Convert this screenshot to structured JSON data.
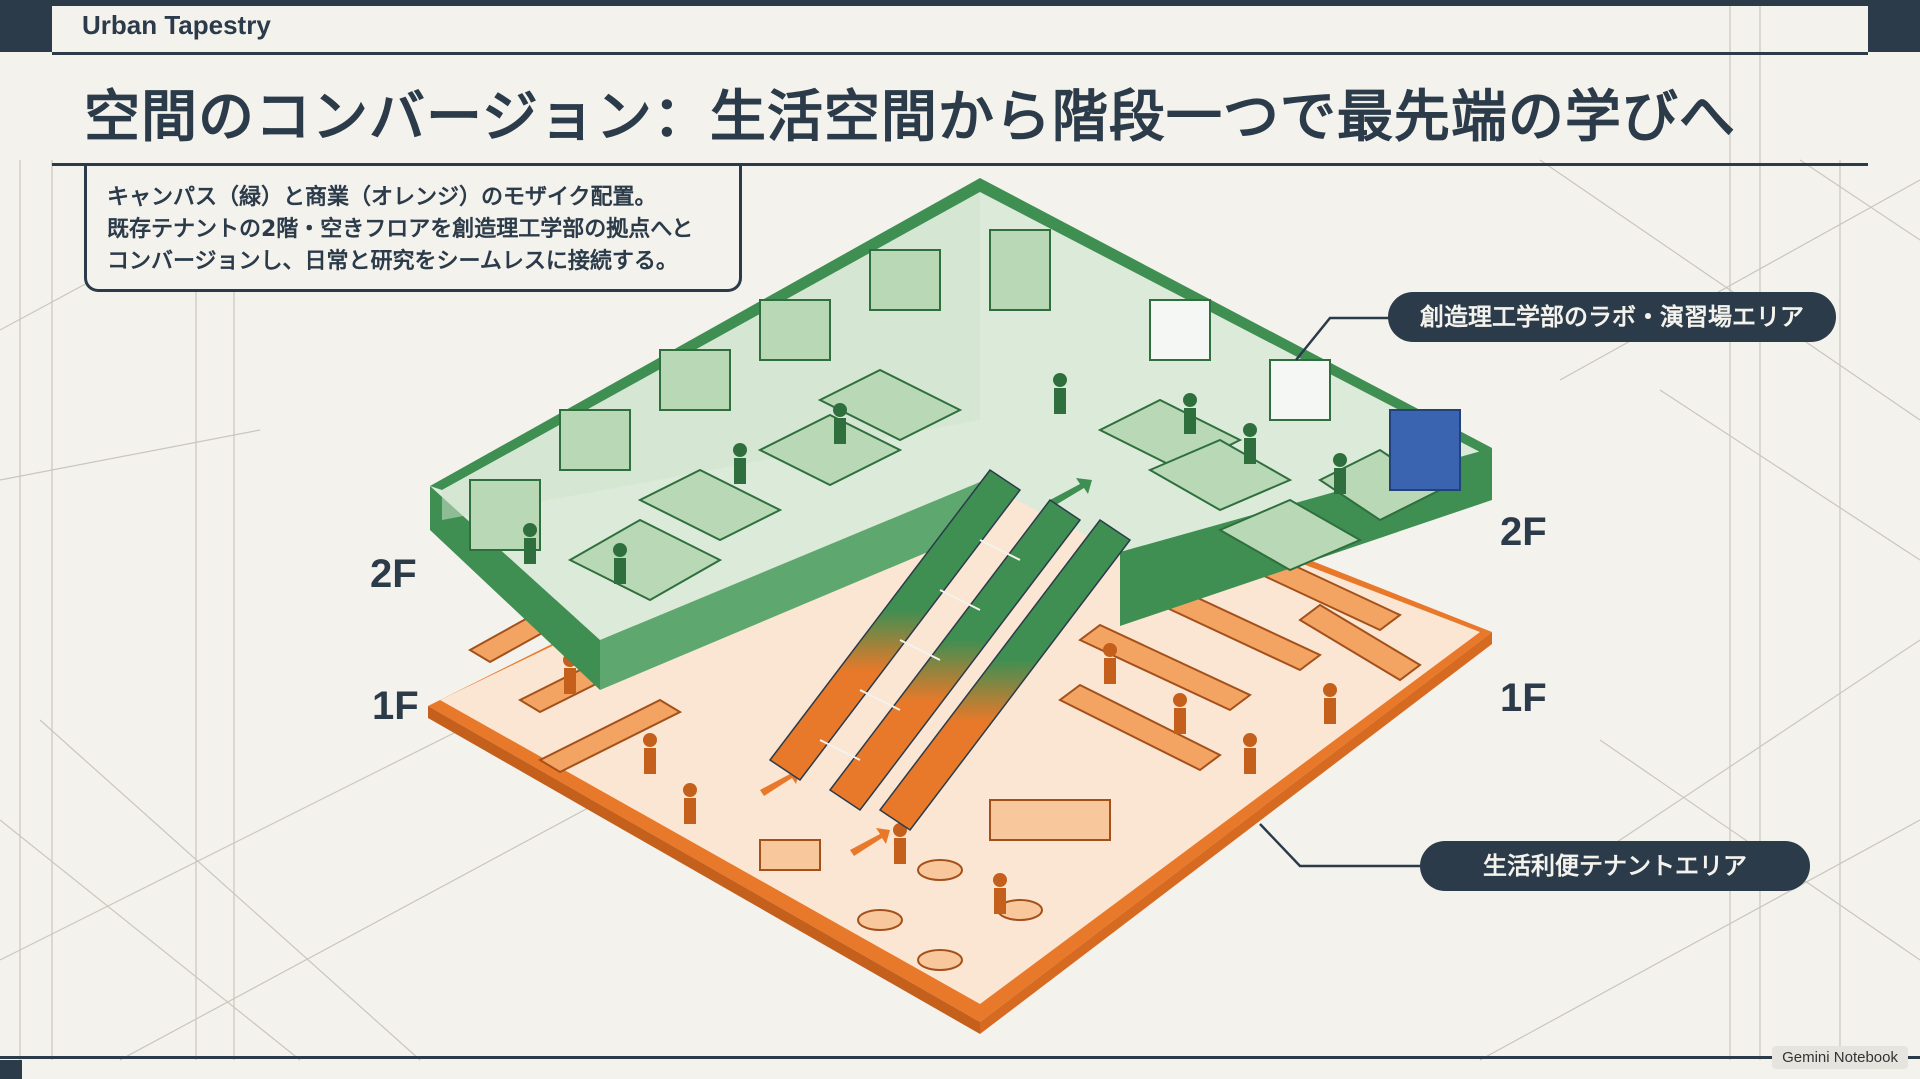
{
  "brand": "Urban Tapestry",
  "title": "空間のコンバージョン：生活空間から階段一つで最先端の学びへ",
  "description": [
    "キャンパス（緑）と商業（オレンジ）のモザイク配置。",
    "既存テナントの2階・空きフロアを創造理工学部の拠点へと",
    "コンバージョンし、日常と研究をシームレスに接続する。"
  ],
  "callouts": {
    "lab_area": "創造理工学部のラボ・演習場エリア",
    "tenant_area": "生活利便テナントエリア"
  },
  "floor_labels": {
    "left_2f": "2F",
    "left_1f": "1F",
    "right_2f": "2F",
    "right_1f": "1F"
  },
  "watermark": "Gemini Notebook",
  "colors": {
    "campus_green": "#3f8f52",
    "commerce_orange": "#e8792a",
    "ink": "#2b3b4a",
    "paper": "#f4f2ec"
  }
}
